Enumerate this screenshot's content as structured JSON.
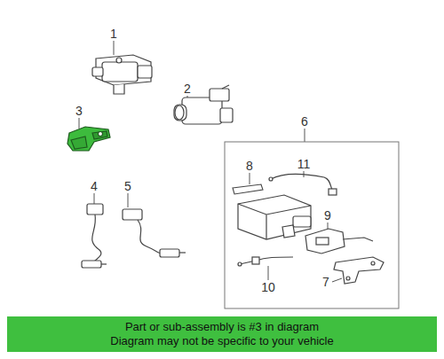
{
  "diagram": {
    "nodes": [
      {
        "text": [
          "Part or sub-assembly is #3 in diagram",
          "Diagram may not be specific to your vehicle"
        ]
      }
    ],
    "edges": [],
    "labels": [
      "1",
      "3",
      "2",
      "6",
      "8",
      "11",
      "4",
      "5",
      "9",
      "10",
      "7"
    ]
  }
}
